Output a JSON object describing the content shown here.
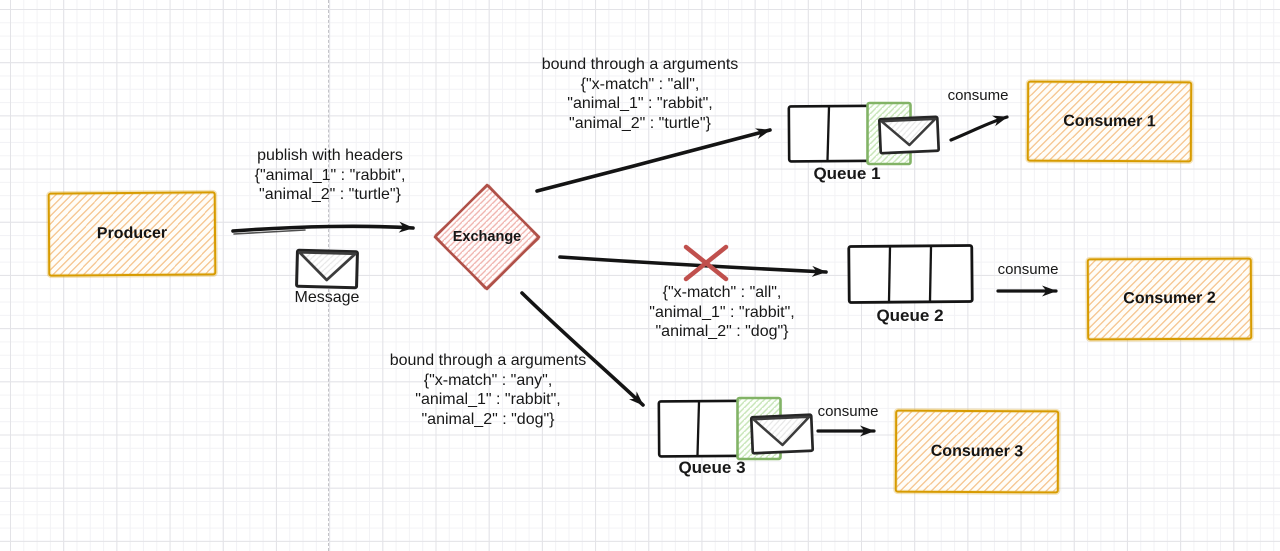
{
  "diagram": {
    "producer": {
      "label": "Producer"
    },
    "exchange": {
      "label": "Exchange"
    },
    "message": {
      "label": "Message"
    },
    "publish_annotation": {
      "lines": [
        "publish with headers",
        "{\"animal_1\" : \"rabbit\",",
        "\"animal_2\" : \"turtle\"}"
      ]
    },
    "bindings": {
      "queue1": {
        "lines": [
          "bound through a arguments",
          "{\"x-match\" : \"all\",",
          "\"animal_1\" : \"rabbit\",",
          "\"animal_2\" : \"turtle\"}"
        ]
      },
      "queue2": {
        "lines": [
          "{\"x-match\" : \"all\",",
          "\"animal_1\" : \"rabbit\",",
          "\"animal_2\" : \"dog\"}"
        ]
      },
      "queue3": {
        "lines": [
          "bound through a arguments",
          "{\"x-match\" : \"any\",",
          "\"animal_1\" : \"rabbit\",",
          "\"animal_2\" : \"dog\"}"
        ]
      }
    },
    "queues": [
      {
        "label": "Queue 1"
      },
      {
        "label": "Queue 2"
      },
      {
        "label": "Queue 3"
      }
    ],
    "consumers": [
      {
        "label": "Consumer 1"
      },
      {
        "label": "Consumer 2"
      },
      {
        "label": "Consumer 3"
      }
    ],
    "consume_labels": [
      "consume",
      "consume",
      "consume"
    ],
    "colors": {
      "box_stroke_orange": "#d79b00",
      "box_hatch_orange": "#f6c997",
      "exchange_stroke": "#b05149",
      "exchange_hatch": "#f0b6b1",
      "matched_segment_stroke": "#82b366",
      "matched_segment_hatch": "#c9e6ba",
      "reject_x": "#c0504d",
      "arrow_black": "#141414"
    }
  }
}
